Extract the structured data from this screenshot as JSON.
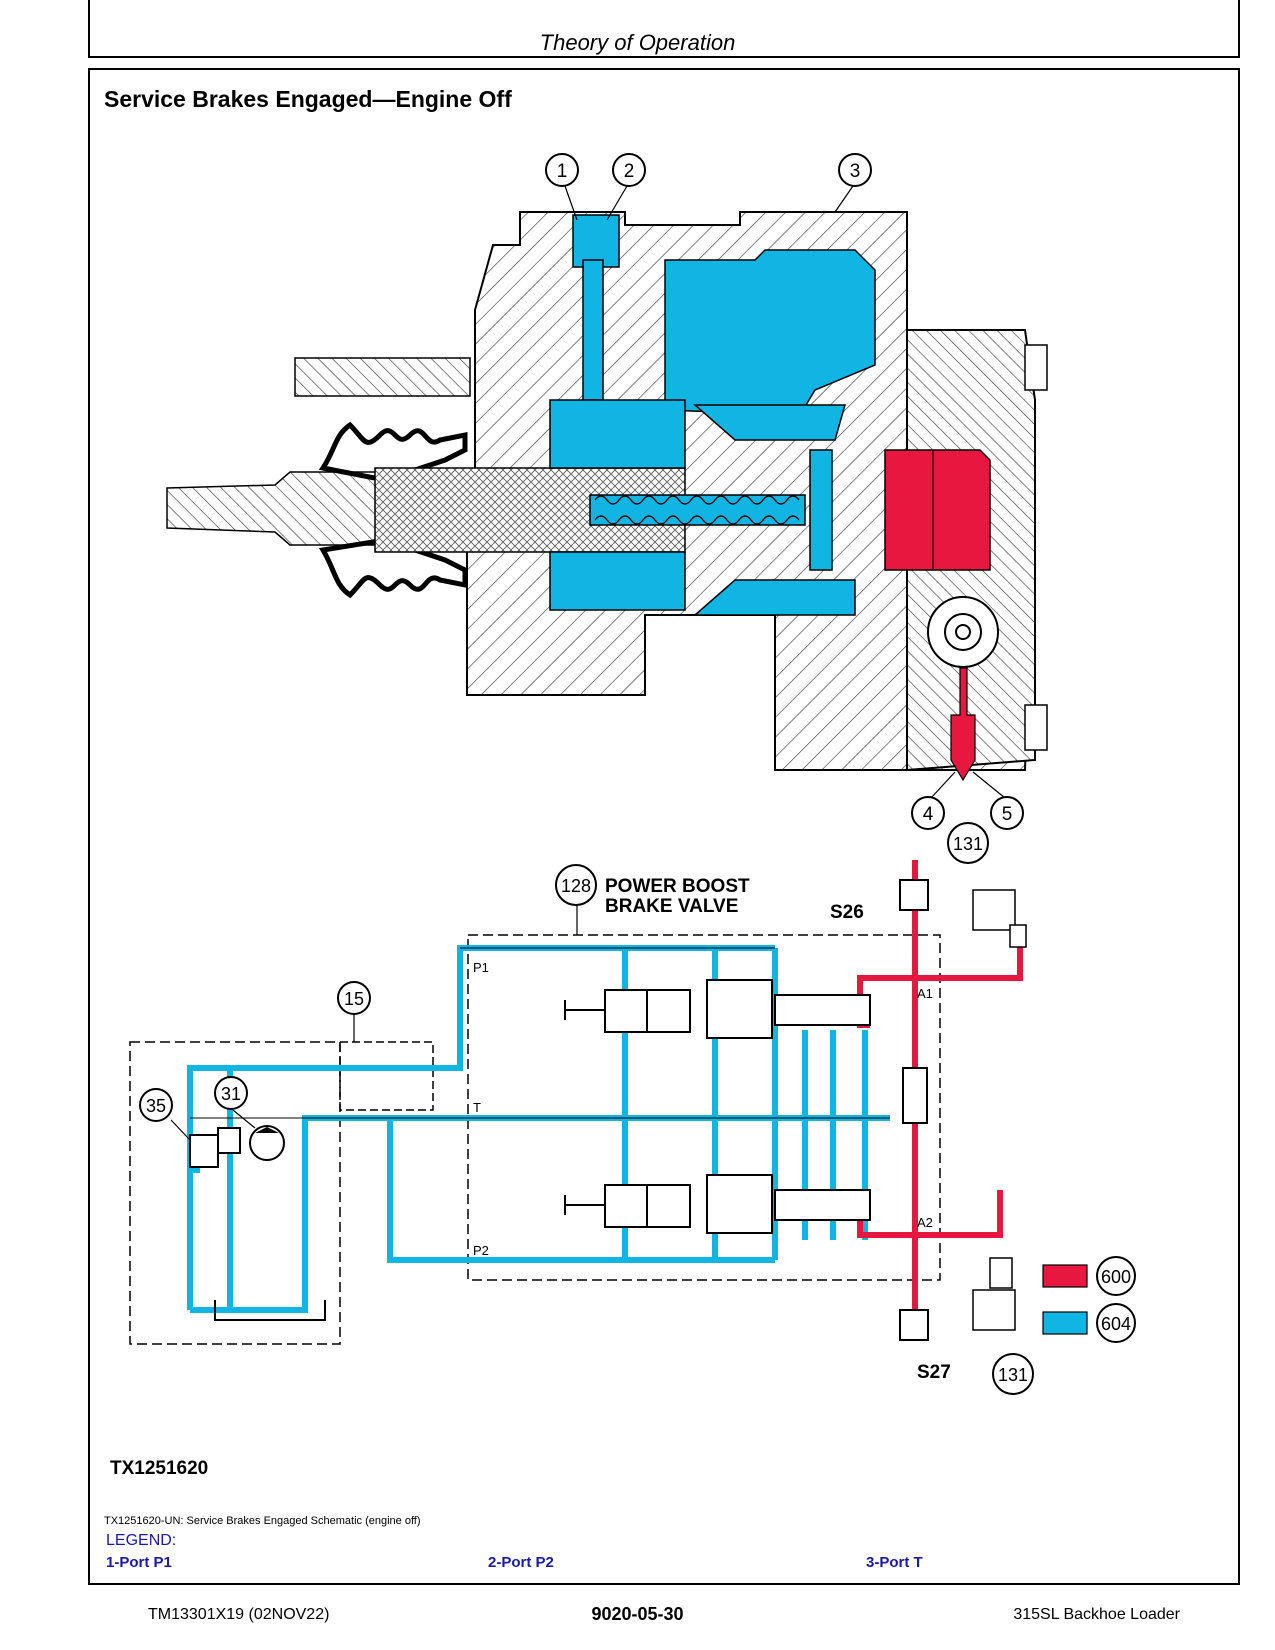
{
  "header": {
    "title": "Theory of Operation"
  },
  "section": {
    "title": "Service Brakes Engaged—Engine Off"
  },
  "figure": {
    "id": "TX1251620",
    "callouts": [
      "1",
      "2",
      "3",
      "4",
      "5",
      "15",
      "31",
      "35",
      "128",
      "131",
      "131"
    ],
    "valve_label_line1": "POWER BOOST",
    "valve_label_line2": "BRAKE VALVE",
    "switch_top": "S26",
    "switch_bottom": "S27",
    "ports": {
      "p1": "P1",
      "p2": "P2",
      "t": "T",
      "a1": "A1",
      "a2": "A2"
    },
    "color_legend": [
      {
        "code": "600",
        "color": "#e8173f"
      },
      {
        "code": "604",
        "color": "#11b5e4"
      }
    ]
  },
  "caption": "TX1251620-UN: Service Brakes Engaged Schematic (engine off)",
  "legend": {
    "title": "LEGEND:",
    "items": [
      "1-Port P1",
      "2-Port P2",
      "3-Port T"
    ]
  },
  "footer": {
    "doc_id": "TM13301X19 (02NOV22)",
    "page": "9020-05-30",
    "model": "315SL Backhoe Loader"
  }
}
